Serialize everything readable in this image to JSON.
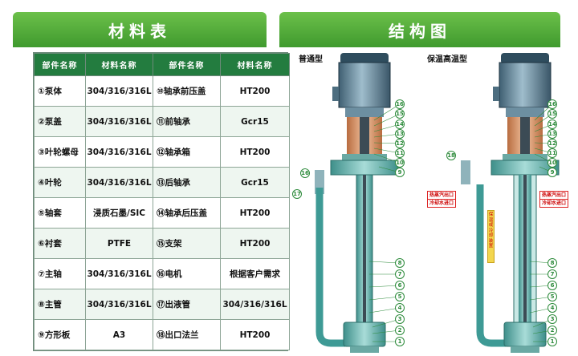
{
  "headings": {
    "materials": "材料表",
    "structure": "结构图"
  },
  "table": {
    "headers": [
      "部件名称",
      "材料名称",
      "部件名称",
      "材料名称"
    ],
    "rows": [
      {
        "n1": "①",
        "p1": "泵体",
        "m1": "304/316/316L",
        "n2": "⑩",
        "p2": "轴承前压盖",
        "m2": "HT200"
      },
      {
        "n1": "②",
        "p1": "泵盖",
        "m1": "304/316/316L",
        "n2": "⑪",
        "p2": "前轴承",
        "m2": "Gcr15"
      },
      {
        "n1": "③",
        "p1": "叶轮螺母",
        "m1": "304/316/316L",
        "n2": "⑫",
        "p2": "轴承箱",
        "m2": "HT200"
      },
      {
        "n1": "④",
        "p1": "叶轮",
        "m1": "304/316/316L",
        "n2": "⑬",
        "p2": "后轴承",
        "m2": "Gcr15"
      },
      {
        "n1": "⑤",
        "p1": "轴套",
        "m1": "浸质石墨/SIC",
        "n2": "⑭",
        "p2": "轴承后压盖",
        "m2": "HT200"
      },
      {
        "n1": "⑥",
        "p1": "衬套",
        "m1": "PTFE",
        "n2": "⑮",
        "p2": "支架",
        "m2": "HT200"
      },
      {
        "n1": "⑦",
        "p1": "主轴",
        "m1": "304/316/316L",
        "n2": "⑯",
        "p2": "电机",
        "m2": "根据客户需求"
      },
      {
        "n1": "⑧",
        "p1": "主管",
        "m1": "304/316/316L",
        "n2": "⑰",
        "p2": "出液管",
        "m2": "304/316/316L"
      },
      {
        "n1": "⑨",
        "p1": "方形板",
        "m1": "A3",
        "n2": "⑱",
        "p2": "出口法兰",
        "m2": "HT200"
      }
    ]
  },
  "diagram": {
    "label_standard": "普通型",
    "label_insulated": "保温高温型",
    "tag_outlet": "热蒸汽出口",
    "tag_inlet": "冷却水进口",
    "tag_outlet2": "热蒸汽出口",
    "tag_inlet2": "冷却水进口",
    "tag_jacket": "保温或冷却装置",
    "callouts_upper": [
      "16",
      "15",
      "14",
      "13",
      "12",
      "11",
      "10",
      "9"
    ],
    "callouts_lower": [
      "8",
      "7",
      "6",
      "5",
      "4",
      "3",
      "2",
      "1"
    ],
    "callout_18": "18",
    "callout_17": "17",
    "callout_16b": "16",
    "colors": {
      "motor": "#5a7f95",
      "teal": "#6fb8b4",
      "copper": "#d6946a",
      "green": "#2c8a3a"
    }
  }
}
